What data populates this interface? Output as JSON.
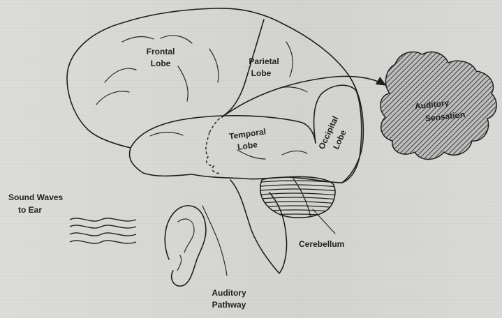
{
  "labels": {
    "frontal_line1": "Frontal",
    "frontal_line2": "Lobe",
    "parietal_line1": "Parietal",
    "parietal_line2": "Lobe",
    "temporal_line1": "Temporal",
    "temporal_line2": "Lobe",
    "occipital_line1": "Occipital",
    "occipital_line2": "Lobe",
    "auditory_sensation_line1": "Auditory",
    "auditory_sensation_line2": "Sensation",
    "sound_waves_line1": "Sound Waves",
    "sound_waves_line2": "to Ear",
    "cerebellum": "Cerebellum",
    "auditory_pathway_line1": "Auditory",
    "auditory_pathway_line2": "Pathway"
  },
  "icons": [
    "brain-icon",
    "ear-icon",
    "sound-waves-icon",
    "arrow-icon",
    "sensation-cloud-icon"
  ]
}
